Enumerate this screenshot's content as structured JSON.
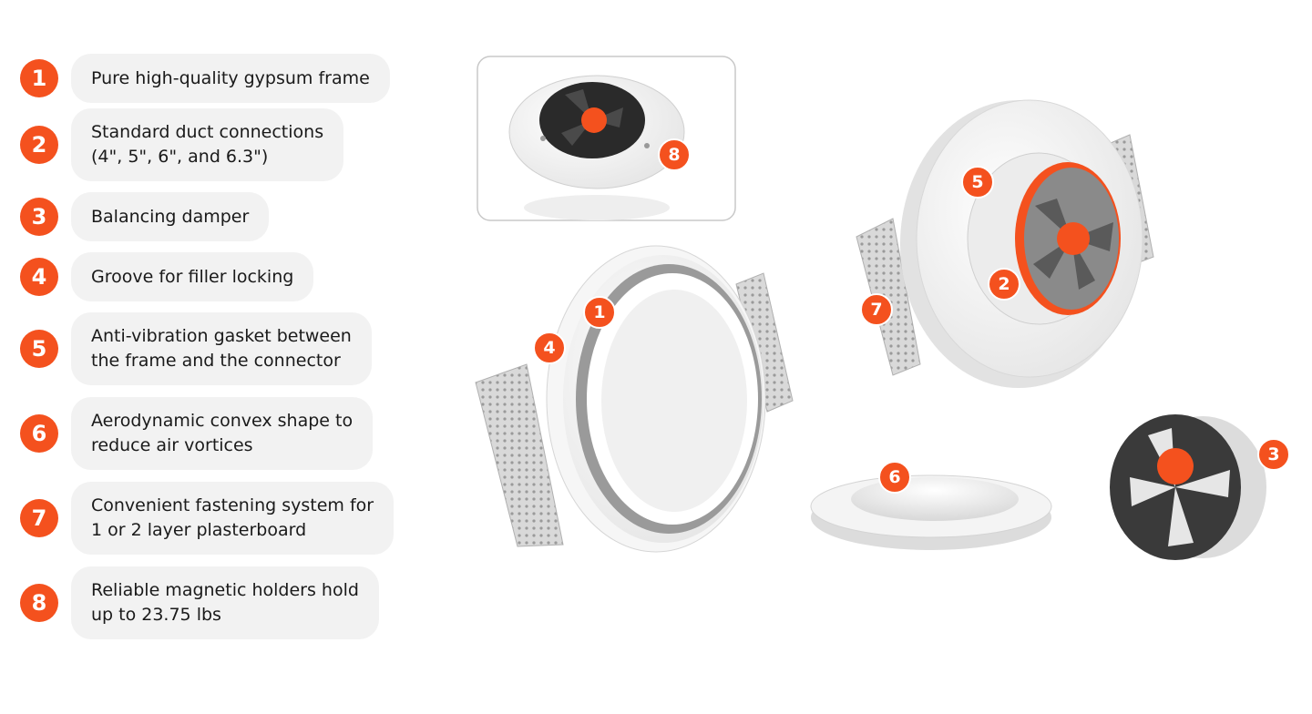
{
  "features": [
    {
      "number": "1",
      "lines": [
        "Pure high-quality gypsum frame"
      ]
    },
    {
      "number": "2",
      "lines": [
        "Standard duct connections",
        "(4\", 5\", 6\", and 6.3\")"
      ]
    },
    {
      "number": "3",
      "lines": [
        "Balancing damper"
      ]
    },
    {
      "number": "4",
      "lines": [
        "Groove for filler locking"
      ]
    },
    {
      "number": "5",
      "lines": [
        "Anti-vibration gasket between",
        "the frame and the connector"
      ]
    },
    {
      "number": "6",
      "lines": [
        "Aerodynamic convex shape to",
        "reduce air vortices"
      ]
    },
    {
      "number": "7",
      "lines": [
        "Convenient fastening system for",
        "1 or 2 layer plasterboard"
      ]
    },
    {
      "number": "8",
      "lines": [
        "Reliable magnetic holders hold",
        "up to 23.75 lbs"
      ]
    }
  ],
  "markers": [
    "1",
    "2",
    "3",
    "4",
    "5",
    "6",
    "7",
    "8"
  ],
  "colors": {
    "accent": "#f4511e",
    "pill": "#f2f2f2",
    "text": "#1a1a1a",
    "damper": "#3a3a3a"
  }
}
